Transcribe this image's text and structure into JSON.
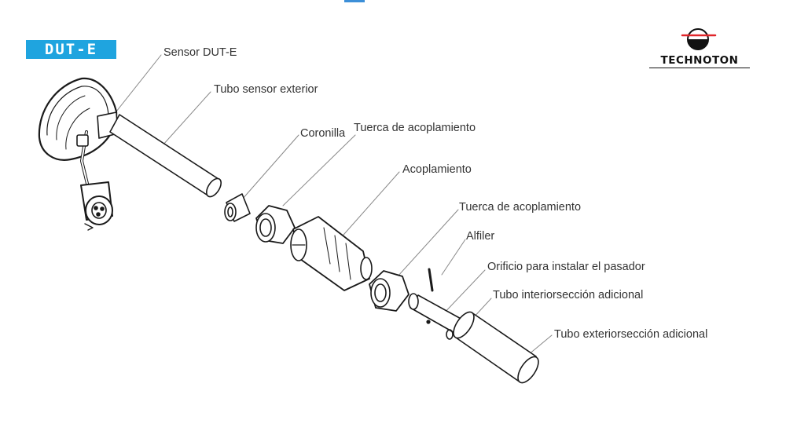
{
  "brand": {
    "product_badge": "DUT-E",
    "company": "TECHNOTON",
    "badge_color": "#1fa4df",
    "logo_accent_color": "#e0262a"
  },
  "labels": {
    "sensor": "Sensor DUT-E",
    "outer_tube": "Tubo sensor exterior",
    "crown": "Coronilla",
    "coupling_nut_1": "Tuerca de acoplamiento",
    "coupling": "Acoplamiento",
    "coupling_nut_2": "Tuerca de acoplamiento",
    "pin": "Alfiler",
    "pin_hole": "Orificio para instalar el pasador",
    "inner_tube_ext": "Tubo interiorsección adicional",
    "outer_tube_ext": "Tubo exteriorsección adicional"
  }
}
